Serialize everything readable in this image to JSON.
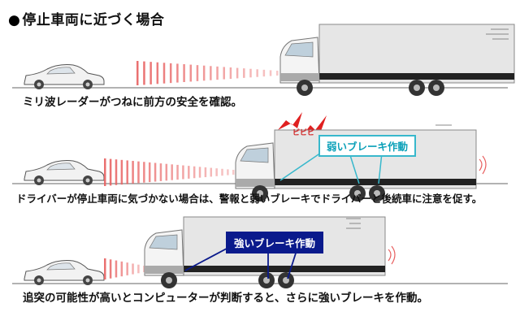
{
  "title": "停止車両に近づく場合",
  "title_bullet": "●",
  "colors": {
    "radar": "#e86060",
    "weak_brake": "#38b8cc",
    "strong_brake": "#0a1a8c",
    "lightning": "#e02020"
  },
  "panels": [
    {
      "caption": "ミリ波レーダーがつねに前方の安全を確認。"
    },
    {
      "caption": "ドライバーが停止車両に気づかない場合は、警報と弱いブレーキでドライバーと後続車に注意を促す。",
      "alert_text": "ピピピ",
      "brake_label": "弱いブレーキ作動"
    },
    {
      "caption": "追突の可能性が高いとコンピューターが判断すると、さらに強いブレーキを作動。",
      "brake_label": "強いブレーキ作動"
    }
  ]
}
